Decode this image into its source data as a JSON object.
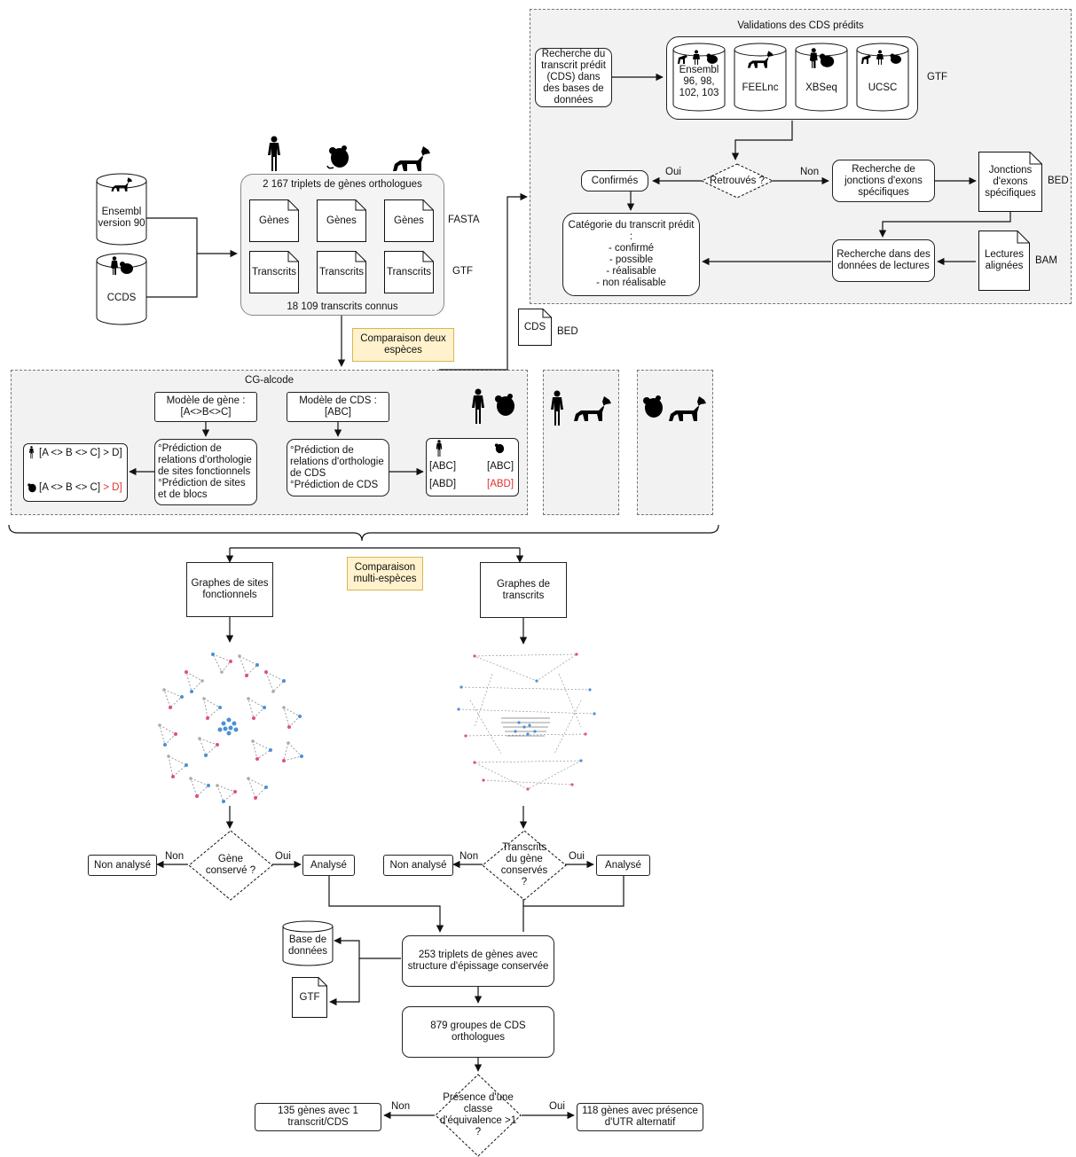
{
  "validation": {
    "title": "Validations des CDS prédits",
    "search_box": "Recherche du transcrit prédit (CDS) dans des bases de données",
    "dbs": [
      {
        "label": "Ensembl 96, 98, 102, 103"
      },
      {
        "label": "FEELnc"
      },
      {
        "label": "XBSeq"
      },
      {
        "label": "UCSC"
      }
    ],
    "gtf": "GTF",
    "decision": "Retrouvés ?",
    "oui": "Oui",
    "non": "Non",
    "confirmed": "Confirmés",
    "junction_search": "Recherche de jonctions d'exons spécifiques",
    "junction_doc": "Jonctions d'exons spécifiques",
    "bed": "BED",
    "category": "Catégorie du transcrit prédit :\n- confirmé\n- possible\n- réalisable\n- non réalisable",
    "reads_search": "Recherche dans des données de lectures",
    "reads_doc": "Lectures alignées",
    "bam": "BAM"
  },
  "input": {
    "ensembl_db": "Ensembl version 90",
    "ccds_db": "CCDS",
    "triplets": "2 167 triplets de gènes orthologues",
    "genes": [
      "Gènes",
      "Gènes",
      "Gènes"
    ],
    "transcripts": [
      "Transcrits",
      "Transcrits",
      "Transcrits"
    ],
    "fasta": "FASTA",
    "gtf": "GTF",
    "known": "18 109 transcrits connus"
  },
  "two_species_note": "Comparaison deux espèces",
  "cds_doc": "CDS",
  "cds_bed": "BED",
  "cgalcode": {
    "title": "CG-alcode",
    "gene_model": "Modèle de gène :\n[A<>B<>C]",
    "cds_model": "Modèle de CDS :\n[ABC]",
    "gene_pred": "°Prédiction de relations d'orthologie de sites fonctionnels\n°Prédiction de sites et de blocs",
    "cds_pred": "°Prédiction de relations d'orthologie de CDS\n°Prédiction de CDS",
    "seq_top": "[A <> B <> C] > D]",
    "seq_bot_black": "[A <> B <> C]",
    "seq_bot_red": "> D]",
    "abc1": "[ABC]",
    "abc2": "[ABC]",
    "abd1": "[ABD]",
    "abd2": "[ABD]"
  },
  "multi_note": "Comparaison multi-espèces",
  "left": {
    "graph": "Graphes de sites fonctionnels",
    "decision": "Gène conservé ?",
    "non": "Non",
    "oui": "Oui",
    "not_analysed": "Non analysé",
    "analysed": "Analysé"
  },
  "right": {
    "graph": "Graphes de transcrits",
    "decision": "Transcrits du gène conservés ?",
    "non": "Non",
    "oui": "Oui",
    "not_analysed": "Non analysé",
    "analysed": "Analysé"
  },
  "result": {
    "db": "Base de données",
    "gtf": "GTF",
    "triplets": "253 triplets de gènes avec structure d'épissage conservée",
    "groups": "879 groupes de CDS orthologues",
    "decision": "Présence d'une classe d'équivalence >1 ?",
    "non": "Non",
    "oui": "Oui",
    "one_transcript": "135 gènes avec 1 transcrit/CDS",
    "utr": "118 gènes avec présence d'UTR alternatif"
  },
  "colors": {
    "note_fill": "#fff2cc",
    "note_border": "#d6b656",
    "red": "#e03030",
    "blue_node": "#4a90d9",
    "pink_node": "#e05080"
  }
}
